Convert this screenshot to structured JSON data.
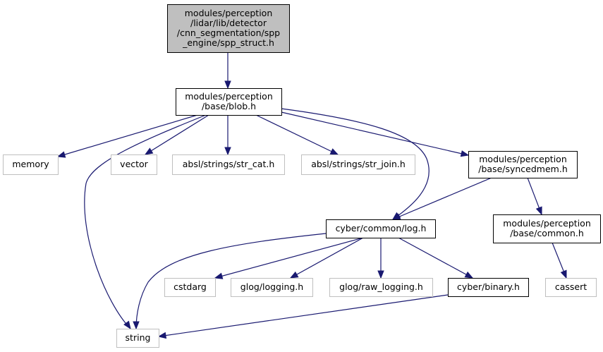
{
  "colors": {
    "edge": "#191970",
    "root_fill": "#bfbfbf",
    "node_fill": "#ffffff",
    "border_strong": "#000000",
    "border_weak": "#bfbfbf"
  },
  "nodes": [
    {
      "id": "spp_struct",
      "style": "root",
      "lines": [
        "modules/perception",
        "/lidar/lib/detector",
        "/cnn_segmentation/spp",
        "_engine/spp_struct.h"
      ]
    },
    {
      "id": "blob",
      "style": "strong",
      "lines": [
        "modules/perception",
        "/base/blob.h"
      ]
    },
    {
      "id": "memory",
      "style": "weak",
      "lines": [
        "memory"
      ]
    },
    {
      "id": "vector",
      "style": "weak",
      "lines": [
        "vector"
      ]
    },
    {
      "id": "str_cat",
      "style": "weak",
      "lines": [
        "absl/strings/str_cat.h"
      ]
    },
    {
      "id": "str_join",
      "style": "weak",
      "lines": [
        "absl/strings/str_join.h"
      ]
    },
    {
      "id": "syncedmem",
      "style": "strong",
      "lines": [
        "modules/perception",
        "/base/syncedmem.h"
      ]
    },
    {
      "id": "log",
      "style": "strong",
      "lines": [
        "cyber/common/log.h"
      ]
    },
    {
      "id": "common",
      "style": "strong",
      "lines": [
        "modules/perception",
        "/base/common.h"
      ]
    },
    {
      "id": "cstdarg",
      "style": "weak",
      "lines": [
        "cstdarg"
      ]
    },
    {
      "id": "glog_logging",
      "style": "weak",
      "lines": [
        "glog/logging.h"
      ]
    },
    {
      "id": "glog_raw",
      "style": "weak",
      "lines": [
        "glog/raw_logging.h"
      ]
    },
    {
      "id": "binary",
      "style": "strong",
      "lines": [
        "cyber/binary.h"
      ]
    },
    {
      "id": "cassert",
      "style": "weak",
      "lines": [
        "cassert"
      ]
    },
    {
      "id": "string",
      "style": "weak",
      "lines": [
        "string"
      ]
    }
  ],
  "edges": [
    {
      "from": "spp_struct",
      "to": "blob"
    },
    {
      "from": "blob",
      "to": "memory"
    },
    {
      "from": "blob",
      "to": "string"
    },
    {
      "from": "blob",
      "to": "vector"
    },
    {
      "from": "blob",
      "to": "str_cat"
    },
    {
      "from": "blob",
      "to": "str_join"
    },
    {
      "from": "blob",
      "to": "log"
    },
    {
      "from": "blob",
      "to": "syncedmem"
    },
    {
      "from": "syncedmem",
      "to": "log"
    },
    {
      "from": "syncedmem",
      "to": "common"
    },
    {
      "from": "log",
      "to": "string"
    },
    {
      "from": "log",
      "to": "cstdarg"
    },
    {
      "from": "log",
      "to": "glog_logging"
    },
    {
      "from": "log",
      "to": "glog_raw"
    },
    {
      "from": "log",
      "to": "binary"
    },
    {
      "from": "common",
      "to": "cassert"
    },
    {
      "from": "binary",
      "to": "string"
    }
  ]
}
